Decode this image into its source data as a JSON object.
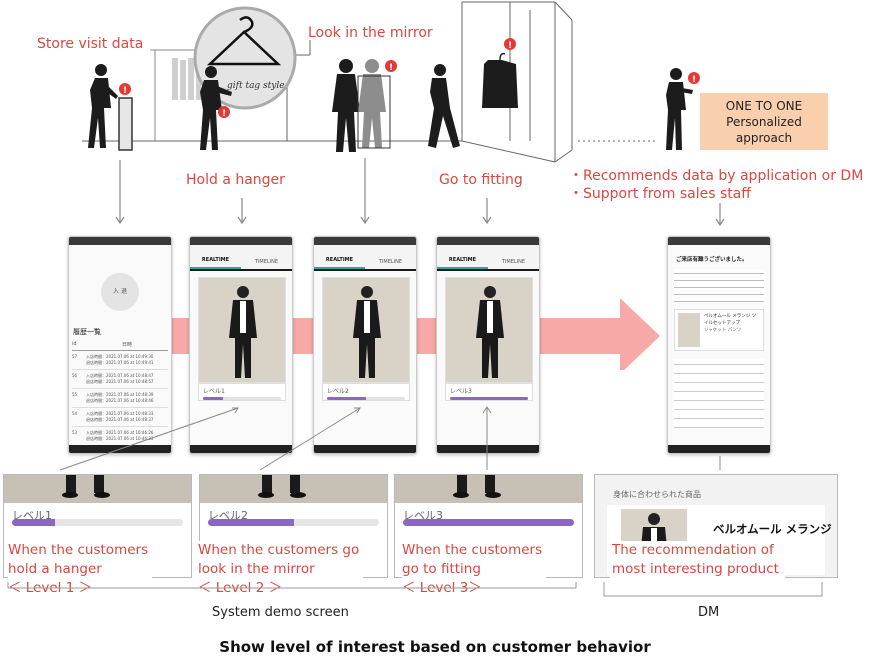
{
  "labels": {
    "store_visit": "Store visit data",
    "look_mirror": "Look in the mirror",
    "hold_hanger": "Hold a hanger",
    "go_fitting": "Go to fitting",
    "recommends": "・Recommends data by application or DM",
    "support": "・Support from sales staff"
  },
  "hanger_logo": "gift tag style",
  "one_to_one": {
    "line1": "ONE TO ONE",
    "line2": "Personalized",
    "line3": "approach"
  },
  "phone1": {
    "icon_text": "入 退",
    "title": "履歴一覧",
    "col_id": "id",
    "col_date": "日時",
    "rows": [
      {
        "id": "57",
        "in": "入店時間：2021.07.06 at 10:49:30",
        "out": "退店時間：2021.07.06 at 10:49:41"
      },
      {
        "id": "56",
        "in": "入店時間：2021.07.06 at 10:48:47",
        "out": "退店時間：2021.07.06 at 10:48:57"
      },
      {
        "id": "55",
        "in": "入店時間：2021.07.06 at 10:48:39",
        "out": "退店時間：2021.07.06 at 10:48:46"
      },
      {
        "id": "54",
        "in": "入店時間：2021.07.06 at 10:48:33",
        "out": "退店時間：2021.07.06 at 10:48:37"
      },
      {
        "id": "53",
        "in": "入店時間：2021.07.06 at 10:46:26",
        "out": "退店時間：2021.07.06 at 10:46:33"
      }
    ]
  },
  "phone_tabs": {
    "realtime": "REALTIME",
    "timeline": "TIMELINE"
  },
  "levels": [
    {
      "label": "レベル1",
      "progress": 0.25
    },
    {
      "label": "レベル2",
      "progress": 0.5
    },
    {
      "label": "レベル3",
      "progress": 1.0
    }
  ],
  "dm_phone": {
    "greeting": "ご来店有難うございました。",
    "product_name": "ベルオムール メランジ ツイルセットアップ",
    "product_sub": "ジャケット パンツ"
  },
  "zoom_dm": {
    "header": "身体に合わせられた商品",
    "product": "ベルオムール メランジ"
  },
  "captions": {
    "c1": [
      "When the customers",
      "hold a hanger",
      "＜ Level 1 ＞"
    ],
    "c2": [
      "When the customers go",
      "look in the mirror",
      "＜ Level 2 ＞"
    ],
    "c3": [
      "When the customers",
      "go to fitting",
      "＜ Level 3＞"
    ],
    "c4": [
      "The recommendation of",
      "most interesting product"
    ]
  },
  "bottom": {
    "system_demo": "System demo screen",
    "dm": "DM",
    "title": "Show level of interest based on customer behavior"
  },
  "colors": {
    "accent_red": "#d9473f",
    "arrow_pink": "#f6a9a6",
    "progress_purple": "#8a67c0",
    "badge_red": "#e53935",
    "one_to_one_bg": "#f9cfae"
  }
}
